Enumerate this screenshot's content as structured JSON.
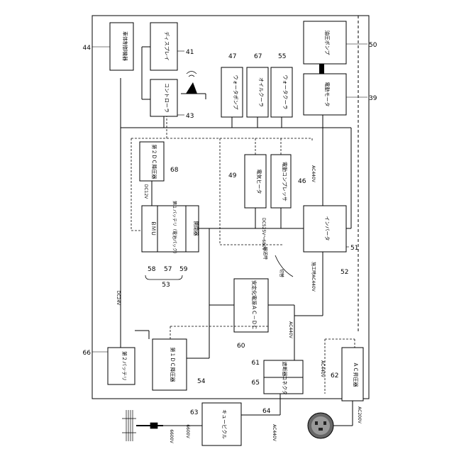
{
  "components": {
    "vehicle_controller": "車体制御機器",
    "display": "ディスプレイ",
    "controller": "コントローラ",
    "water_pump": "ウォータポンプ",
    "oil_cooler": "オイルクーラ",
    "water_cooler": "ウォータクーラ",
    "hydraulic_pump": "油圧ポンプ",
    "electric_motor": "電動モータ",
    "dcdc2": "第２ＤＣ降圧器",
    "electric_heater": "電気ヒータ",
    "electric_compressor": "電動コンプレッサ",
    "bmu": "ＢＭＵ",
    "battery1": "第１バッテリ（電池パック）",
    "switch": "開閉器",
    "inverter": "インバータ",
    "battery2": "第２バッテリ",
    "dcdc1": "第１ＤＣ降圧器",
    "stabilized_power": "安定化電源ＡＣ－ＤＣ",
    "breaker": "遮断器",
    "connector": "コネクタ",
    "ac_booster": "ＡＣ昇圧器",
    "cubicle": "キュービクル"
  },
  "refs": {
    "vehicle_controller": "44",
    "display": "41",
    "controller": "43",
    "water_pump": "47",
    "oil_cooler": "67",
    "water_cooler": "55",
    "hydraulic_pump": "50",
    "electric_motor": "39",
    "dcdc2": "68",
    "electric_heater": "49",
    "electric_compressor": "46",
    "bmu": "58",
    "battery1": "57",
    "switch": "59",
    "battery_group": "53",
    "inverter": "51",
    "changeover": "52",
    "battery2": "66",
    "dcdc1": "54",
    "stabilized_power": "60",
    "breaker": "61",
    "connector": "65",
    "ac_booster": "62",
    "cubicle": "63",
    "ac_line": "64"
  },
  "line_labels": {
    "dc24v": "DC24V",
    "dc12v": "DC12V",
    "dc_bus": "DC525V～680V",
    "ac440v_inverter": "AC440V",
    "ac440v_construction": "施工時AC440V",
    "ac440v_stab": "AC440V",
    "ac440v_connector": "AC440V",
    "ac200v": "AC200V",
    "ac440v_cubicle": "AC440V",
    "v6600_left": "6600V",
    "v6600_right": "6600V",
    "transport_mode": "輸送時",
    "switching": "切替"
  },
  "colors": {
    "line": "#000000",
    "background": "#ffffff"
  }
}
